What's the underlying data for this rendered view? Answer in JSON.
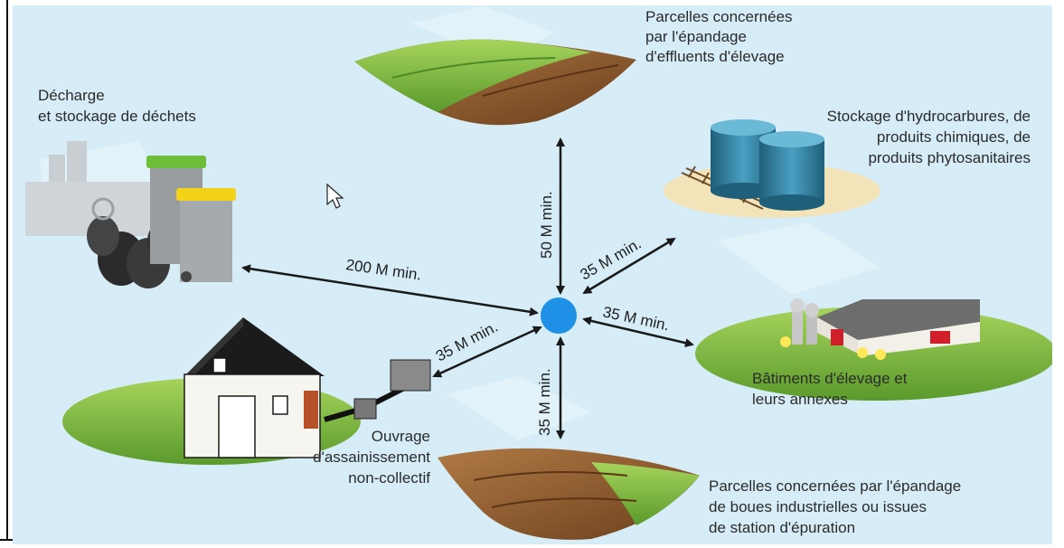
{
  "labels": {
    "top_line1": "Parcelles concernées",
    "top_line2": "par l'épandage",
    "top_line3": "d'effluents d'élevage",
    "left_line1": "Décharge",
    "left_line2": "et stockage de déchets",
    "right_top_line1": "Stockage d'hydrocarbures, de",
    "right_top_line2": "produits chimiques, de",
    "right_top_line3": "produits phytosanitaires",
    "right_line1": "Bâtiments d'élevage et",
    "right_line2": "leurs annexes",
    "house_line1": "Ouvrage",
    "house_line2": "d'assainissement",
    "house_line3": "non-collectif",
    "bottom_line1": "Parcelles concernées par l'épandage",
    "bottom_line2": "de boues industrielles ou issues",
    "bottom_line3": "de station d'épuration"
  },
  "distances": {
    "up": "50 M min.",
    "left": "200 M min.",
    "upper_right": "35 M min.",
    "right": "35 M min.",
    "lower_left": "35 M min.",
    "down": "35 M min."
  },
  "colors": {
    "background": "#d6ecf7",
    "center_point": "#1e90e6",
    "field_green": "#7fbf3f",
    "soil_brown": "#8a5a2b",
    "tank_blue": "#2f7f9f",
    "barn_red": "#d01e2a"
  }
}
